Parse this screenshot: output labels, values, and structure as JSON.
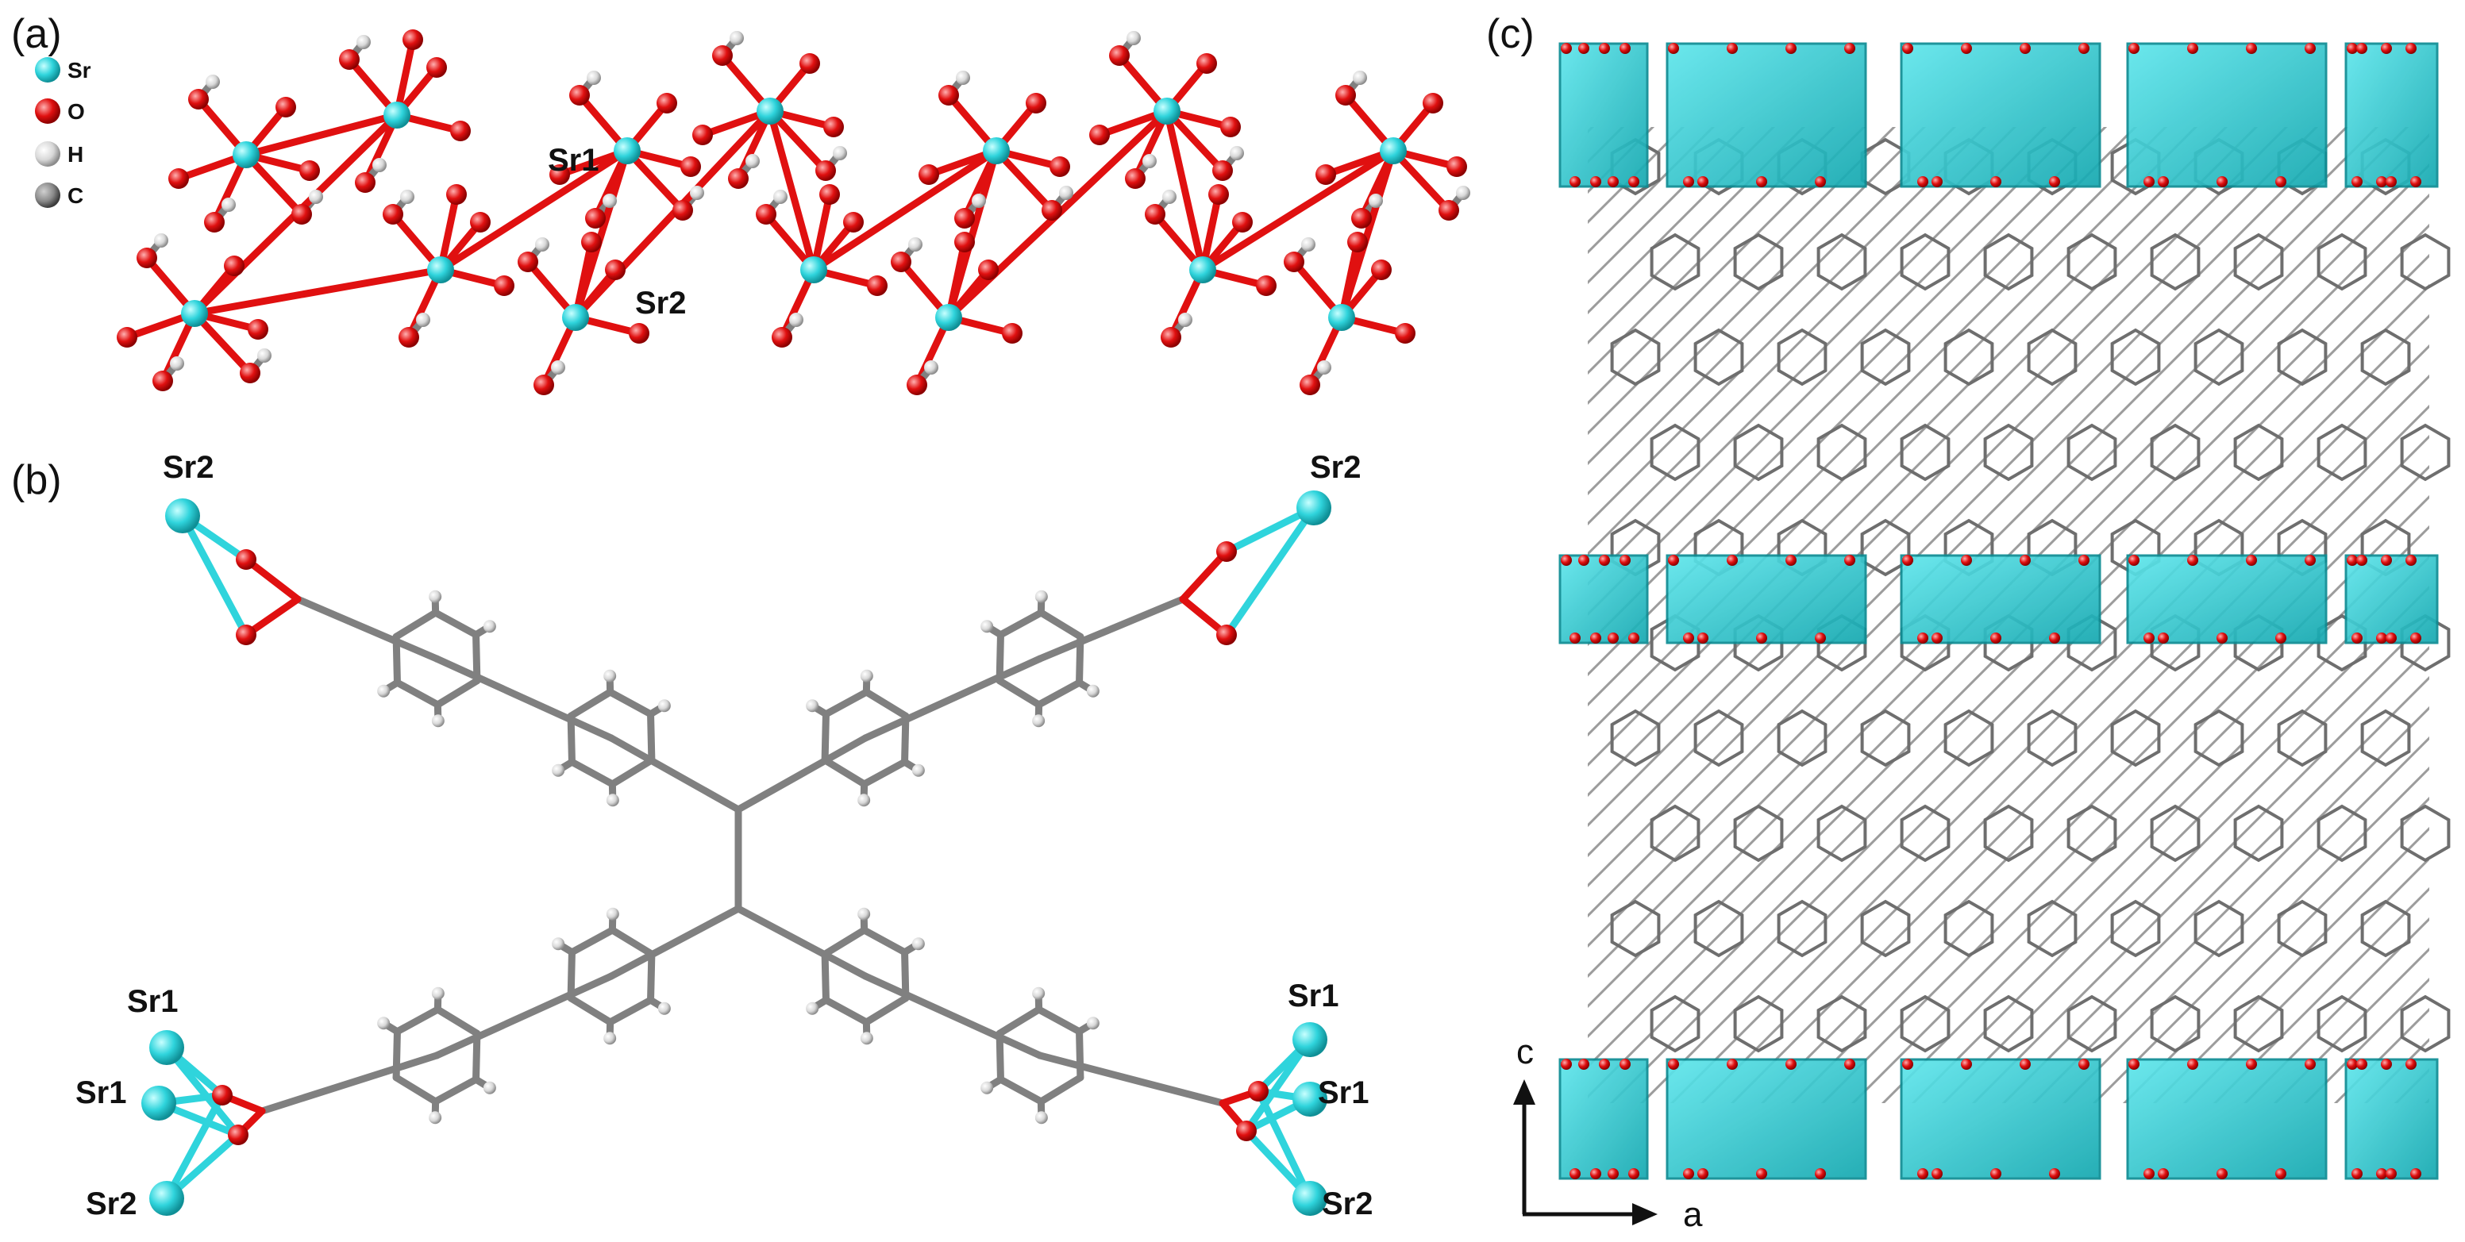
{
  "panels": {
    "a": {
      "label": "(a)",
      "legend": [
        {
          "element": "Sr",
          "color": "#2fd4dc"
        },
        {
          "element": "O",
          "color": "#e01010"
        },
        {
          "element": "H",
          "color": "#d8d8d8"
        },
        {
          "element": "C",
          "color": "#8a8a8a"
        }
      ],
      "site_labels": {
        "sr1": "Sr1",
        "sr2": "Sr2"
      }
    },
    "b": {
      "label": "(b)",
      "site_labels": {
        "top_left": "Sr2",
        "top_right": "Sr2",
        "bottom_left_upper": "Sr1",
        "bottom_left_middle": "Sr1",
        "bottom_left_lower": "Sr2",
        "bottom_right_upper": "Sr1",
        "bottom_right_middle": "Sr1",
        "bottom_right_lower": "Sr2"
      }
    },
    "c": {
      "label": "(c)",
      "axes": {
        "vertical": "c",
        "horizontal": "a"
      }
    }
  },
  "colors": {
    "strontium": "#2fd4dc",
    "oxygen": "#e01010",
    "hydrogen": "#d8d8d8",
    "carbon": "#8a8a8a",
    "polyhedron": "#20c4cc",
    "framework": "#7a7a7a"
  }
}
